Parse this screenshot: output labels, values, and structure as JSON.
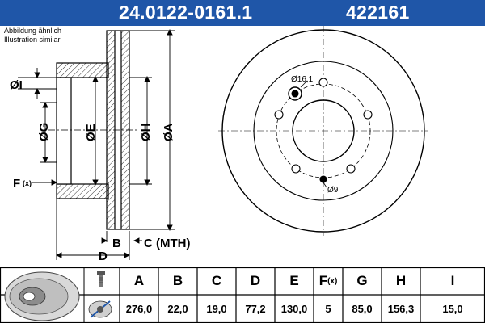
{
  "header": {
    "part_number": "24.0122-0161.1",
    "ate_code": "422161"
  },
  "note": {
    "line1": "Abbildung ähnlich",
    "line2": "Illustration similar"
  },
  "drawing": {
    "labels": {
      "dim_I": "ØI",
      "dim_G": "ØG",
      "dim_E": "ØE",
      "dim_H": "ØH",
      "dim_A": "ØA",
      "dim_F": "F",
      "dim_F_sub": "(x)",
      "dim_B": "B",
      "dim_C": "C (MTH)",
      "dim_D": "D",
      "hole_big": "Ø16,1",
      "hole_small": "Ø9"
    }
  },
  "table": {
    "headers": [
      "A",
      "B",
      "C",
      "D",
      "E",
      "F",
      "G",
      "H",
      "I"
    ],
    "f_sub": "(x)",
    "values": [
      "276,0",
      "22,0",
      "19,0",
      "77,2",
      "130,0",
      "5",
      "85,0",
      "156,3",
      "15,0"
    ]
  }
}
